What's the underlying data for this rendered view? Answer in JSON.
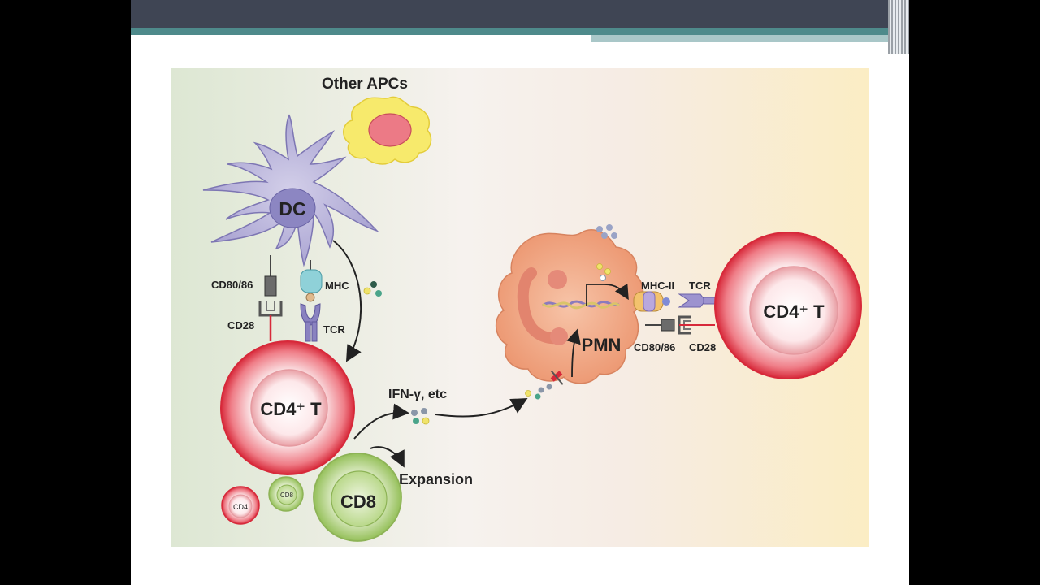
{
  "slide": {
    "labels": {
      "other_apcs": "Other APCs",
      "dc": "DC",
      "cd80_86_left": "CD80/86",
      "mhc": "MHC",
      "cd28_left": "CD28",
      "tcr_left": "TCR",
      "cd4t_main": "CD4⁺ T",
      "ifn": "IFN-γ, etc",
      "expansion": "Expansion",
      "cd4_small": "CD4",
      "cd8_small": "CD8",
      "cd8_large": "CD8",
      "pmn": "PMN",
      "mhc_ii": "MHC-II",
      "tcr_right": "TCR",
      "cd80_86_right": "CD80/86",
      "cd28_right": "CD28",
      "cd4t_right": "CD4⁺ T"
    },
    "colors": {
      "dc_fill": "#b2acd6",
      "apc_fill": "#f6e66a",
      "tcell_red": "#d7293a",
      "cd8_green": "#a9cc6b",
      "pmn_fill": "#f2a585"
    }
  }
}
